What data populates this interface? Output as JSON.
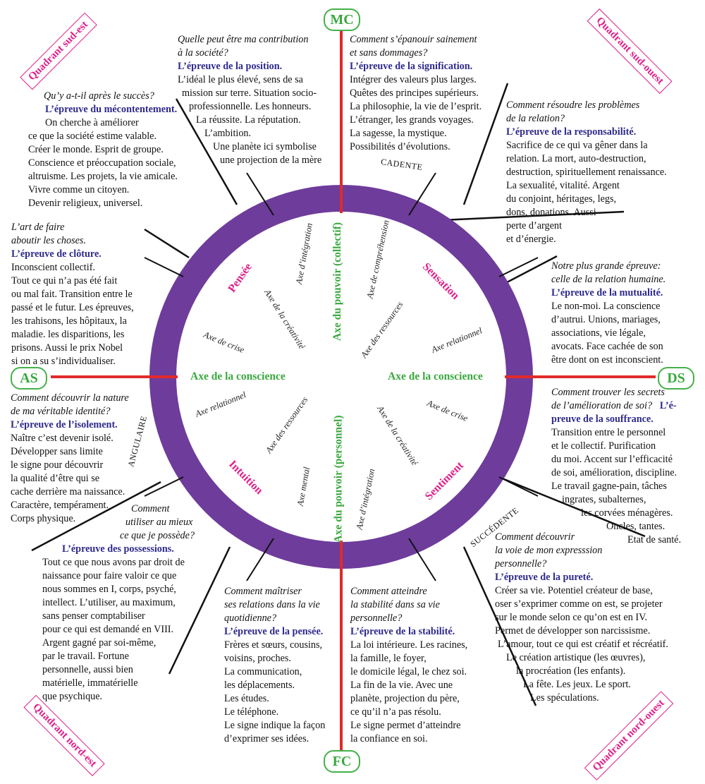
{
  "badges": {
    "mc": "MC",
    "fc": "FC",
    "as": "AS",
    "ds": "DS"
  },
  "quadrants": {
    "top_left": "Quadrant sud-est",
    "top_right": "Quadrant sud-ouest",
    "bottom_left": "Quadrant nord-est",
    "bottom_right": "Quadrant nord-ouest"
  },
  "ring": {
    "cadente": "CADENTE",
    "angulaire": "ANGULAIRE",
    "succedente": "SUCCÉDENTE"
  },
  "inner": {
    "conscience_left": "Axe de la conscience",
    "conscience_right": "Axe de la conscience",
    "pouvoir_collectif": "Axe du pouvoir (collectif)",
    "pouvoir_personnel": "Axe du pouvoir (personnel)",
    "pensee": "Pensée",
    "sensation": "Sensation",
    "intuition": "Intuition",
    "sentiment": "Sentiment",
    "axes": {
      "integration_top": "Axe d’intégration",
      "creativite_top": "Axe de la créativité",
      "crise_left": "Axe de crise",
      "comprehension": "Axe de compréhension",
      "ressources_top": "Axe des ressources",
      "relationnel_right": "Axe relationnel",
      "relationnel_left": "Axe relationnel",
      "ressources_bottom": "Axe des ressources",
      "mental": "Axe mental",
      "integration_bottom": "Axe d’intégration",
      "crise_right": "Axe de crise",
      "creativite_bottom": "Axe de la créativité"
    }
  },
  "houses": {
    "h10": {
      "q": [
        "Quelle peut être ma contribution",
        "à la société?"
      ],
      "t": "L’épreuve de la position.",
      "b": [
        "L’idéal le plus élevé, sens de sa",
        "mission sur terre. Situation socio-",
        "professionnelle. Les honneurs.",
        "La réussite. La réputation.",
        "L’ambition.",
        "Une planète ici symbolise",
        "une projection de la mère"
      ]
    },
    "h9": {
      "q": [
        "Comment s’épanouir sainement",
        "et sans dommages?"
      ],
      "t": "L’épreuve de la signification.",
      "b": [
        "Intégrer des valeurs plus larges.",
        "Quêtes des principes supérieurs.",
        "La philosophie, la vie de l’esprit.",
        "L’étranger, les grands voyages.",
        "La sagesse, la mystique.",
        "Possibilités d’évolutions."
      ]
    },
    "h11": {
      "q": [
        "Qu’y a-t-il après le succès?"
      ],
      "t": "L’épreuve du mécontentement.",
      "b": [
        "On cherche à améliorer",
        "ce que la société estime valable.",
        "Créer le monde. Esprit de groupe.",
        "Conscience  et préoccupation sociale,",
        "altruisme. Les projets, la vie amicale.",
        "Vivre comme un citoyen.",
        "Devenir religieux, universel."
      ]
    },
    "h8": {
      "q": [
        "Comment résoudre les problèmes",
        "de la relation?"
      ],
      "t": "L’épreuve de la responsabilité.",
      "b": [
        "Sacrifice de ce qui va gêner dans la",
        "relation. La mort, auto-destruction,",
        "destruction, spirituellement renaissance.",
        "La sexualité, vitalité. Argent",
        "du conjoint, héritages, legs,",
        "dons, donations. Aussi",
        "perte d’argent",
        "et d’énergie."
      ]
    },
    "h12": {
      "q": [
        "L’art de faire",
        "aboutir les choses."
      ],
      "t": "L’épreuve de clôture.",
      "b": [
        "Inconscient collectif.",
        "Tout ce qui n’a pas été fait",
        "ou mal fait. Transition entre le",
        "passé et le futur. Les épreuves,",
        "les trahisons, les hôpitaux, la",
        "maladie. les disparitions, les",
        "prisons. Aussi le prix Nobel",
        "si on a su s’individualiser."
      ]
    },
    "h7": {
      "q": [
        "Notre plus grande épreuve:",
        "celle de la relation humaine."
      ],
      "t": "L’épreuve de la mutualité.",
      "b": [
        "Le non-moi. La conscience",
        "d’autrui. Unions, mariages,",
        "associations, vie légale,",
        "avocats. Face cachée de son",
        "être dont on est inconscient."
      ]
    },
    "h1": {
      "q": [
        "Comment découvrir la nature",
        "de ma véritable identité?"
      ],
      "t": "L’épreuve de l’isolement.",
      "b": [
        "Naître c’est devenir isolé.",
        "Développer sans limite",
        "le signe pour découvrir",
        "la qualité d’être qui se",
        "cache derrière ma naissance.",
        "Caractère, tempérament.",
        "Corps physique."
      ]
    },
    "h6": {
      "q": [
        "Comment trouver les secrets",
        "de l’amélioration de soi?"
      ],
      "t1": "L’é-",
      "t": "preuve de la souffrance.",
      "b": [
        "Transition entre le personnel",
        "et le collectif. Purification",
        "du moi. Accent sur l’efficacité",
        "de soi, amélioration, discipline.",
        "Le travail gagne-pain, tâches",
        "ingrates, subalternes,",
        "les corvées ménagères.",
        "Oncles, tantes.",
        "Etat de santé."
      ]
    },
    "h2": {
      "q": [
        "Comment",
        "utiliser au mieux",
        "ce que je possède?"
      ],
      "t": "L’épreuve des possessions.",
      "b": [
        "Tout ce que nous avons par droit de",
        "naissance pour faire valoir ce que",
        "nous sommes en I, corps, psyché,",
        "intellect. L’utiliser, au maximum,",
        "sans penser comptabiliser",
        "pour ce qui est demandé en VIII.",
        "Argent gagné par soi-même,",
        "par le travail. Fortune",
        "personnelle, aussi bien",
        "matérielle, immatérielle",
        "que psychique."
      ]
    },
    "h5": {
      "q": [
        "Comment découvrir",
        "la voie de mon expresssion",
        "personnelle?"
      ],
      "t": "L’épreuve de la pureté.",
      "b": [
        "Créer sa vie. Potentiel créateur de base,",
        "oser s’exprimer comme on est, se projeter",
        "sur le monde selon ce qu’on est en IV.",
        "Permet de développer son narcissisme.",
        "L’amour, tout ce qui est créatif et récréatif.",
        "Le création artistique (les œuvres),",
        "la procréation (les enfants).",
        "La fête. Les jeux. Le sport.",
        "Les spéculations."
      ]
    },
    "h3": {
      "q": [
        "Comment maîtriser",
        "ses relations dans la vie",
        "quotidienne?"
      ],
      "t": "L’épreuve de la pensée.",
      "b": [
        "Frères et sœurs, cousins,",
        "voisins, proches.",
        "La communication,",
        "les déplacements.",
        "Les études.",
        "Le téléphone.",
        "Le signe indique la façon",
        "d’exprimer ses idées."
      ]
    },
    "h4": {
      "q": [
        "Comment atteindre",
        "la stabilité dans sa vie",
        "personnelle?"
      ],
      "t": "L’épreuve de la stabilité.",
      "b": [
        "La loi intérieure. Les racines,",
        "la famille, le foyer,",
        "le domicile légal, le chez soi.",
        "La fin de la vie. Avec une",
        "planète, projection du père,",
        "ce qu’il n’a pas résolu.",
        "Le signe permet d’atteindre",
        "la confiance en soi."
      ]
    }
  },
  "colors": {
    "ring": "#6e3c9b",
    "axis_red": "#e02a2a",
    "green": "#3aa83e",
    "pink": "#e0208a",
    "title_blue": "#2e2a8c"
  }
}
